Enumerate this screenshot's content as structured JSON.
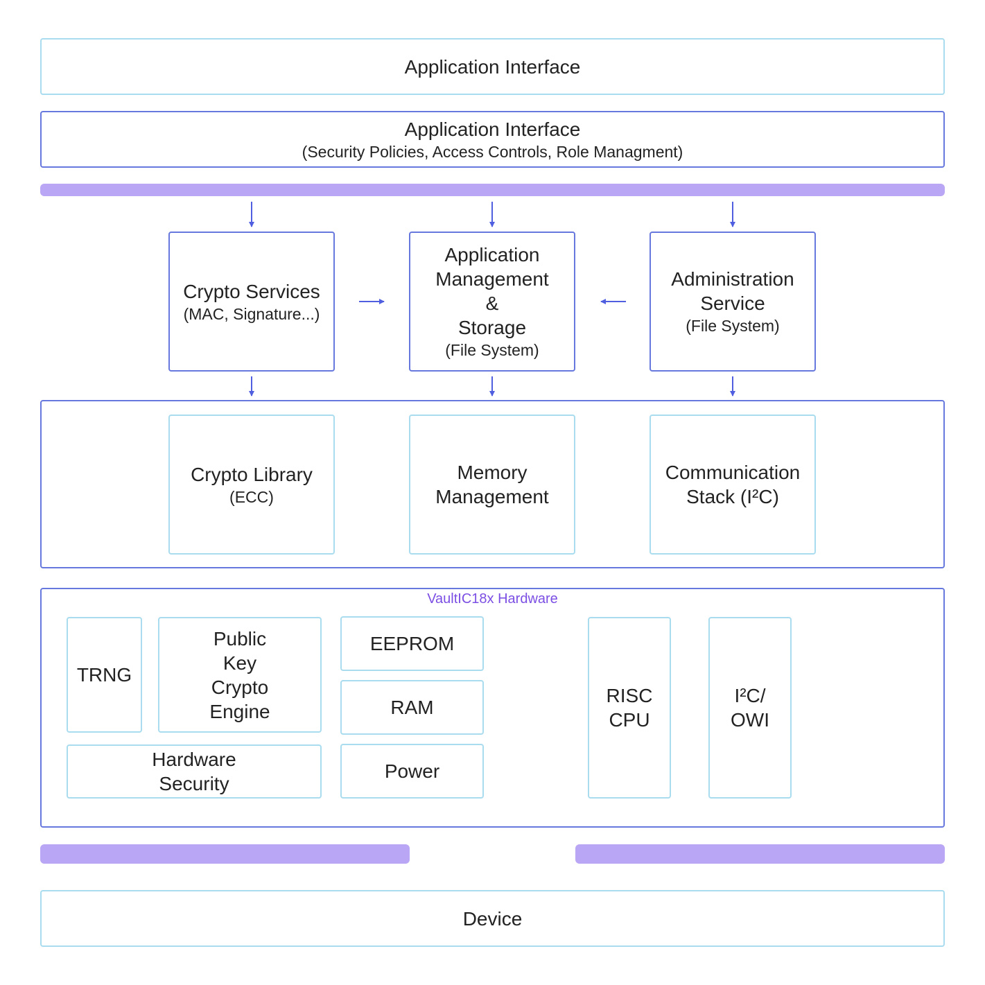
{
  "layers": {
    "app_interface": {
      "title": "Application Interface"
    },
    "policy_interface": {
      "title": "Application Interface",
      "subtitle": "(Security Policies, Access Controls, Role Managment)"
    }
  },
  "services": {
    "crypto": {
      "title": "Crypto Services",
      "subtitle": "(MAC, Signature...)"
    },
    "app_mgmt": {
      "title_lines": [
        "Application",
        "Management",
        "&",
        "Storage"
      ],
      "subtitle": "(File System)"
    },
    "admin": {
      "title_lines": [
        "Administration",
        "Service"
      ],
      "subtitle": "(File System)"
    }
  },
  "libraries": {
    "crypto_lib": {
      "title": "Crypto Library",
      "subtitle": "(ECC)"
    },
    "memory": {
      "title_lines": [
        "Memory",
        "Management"
      ]
    },
    "comm": {
      "title_lines": [
        "Communication",
        "Stack (I²C)"
      ]
    }
  },
  "hardware": {
    "title": "VaultIC18x Hardware",
    "trng": "TRNG",
    "pk_engine_lines": [
      "Public",
      "Key",
      "Crypto",
      "Engine"
    ],
    "hw_security_lines": [
      "Hardware",
      "Security"
    ],
    "eeprom": "EEPROM",
    "ram": "RAM",
    "power": "Power",
    "cpu_lines": [
      "RISC",
      "CPU"
    ],
    "io_lines": [
      "I²C/",
      "OWI"
    ]
  },
  "device": {
    "title": "Device"
  },
  "colors": {
    "light_border": "#a9dcee",
    "dark_border": "#6677dd",
    "bus_bar": "#b9a6f4",
    "arrow": "#4f5fe0",
    "hardware_title": "#7b4ee4"
  }
}
